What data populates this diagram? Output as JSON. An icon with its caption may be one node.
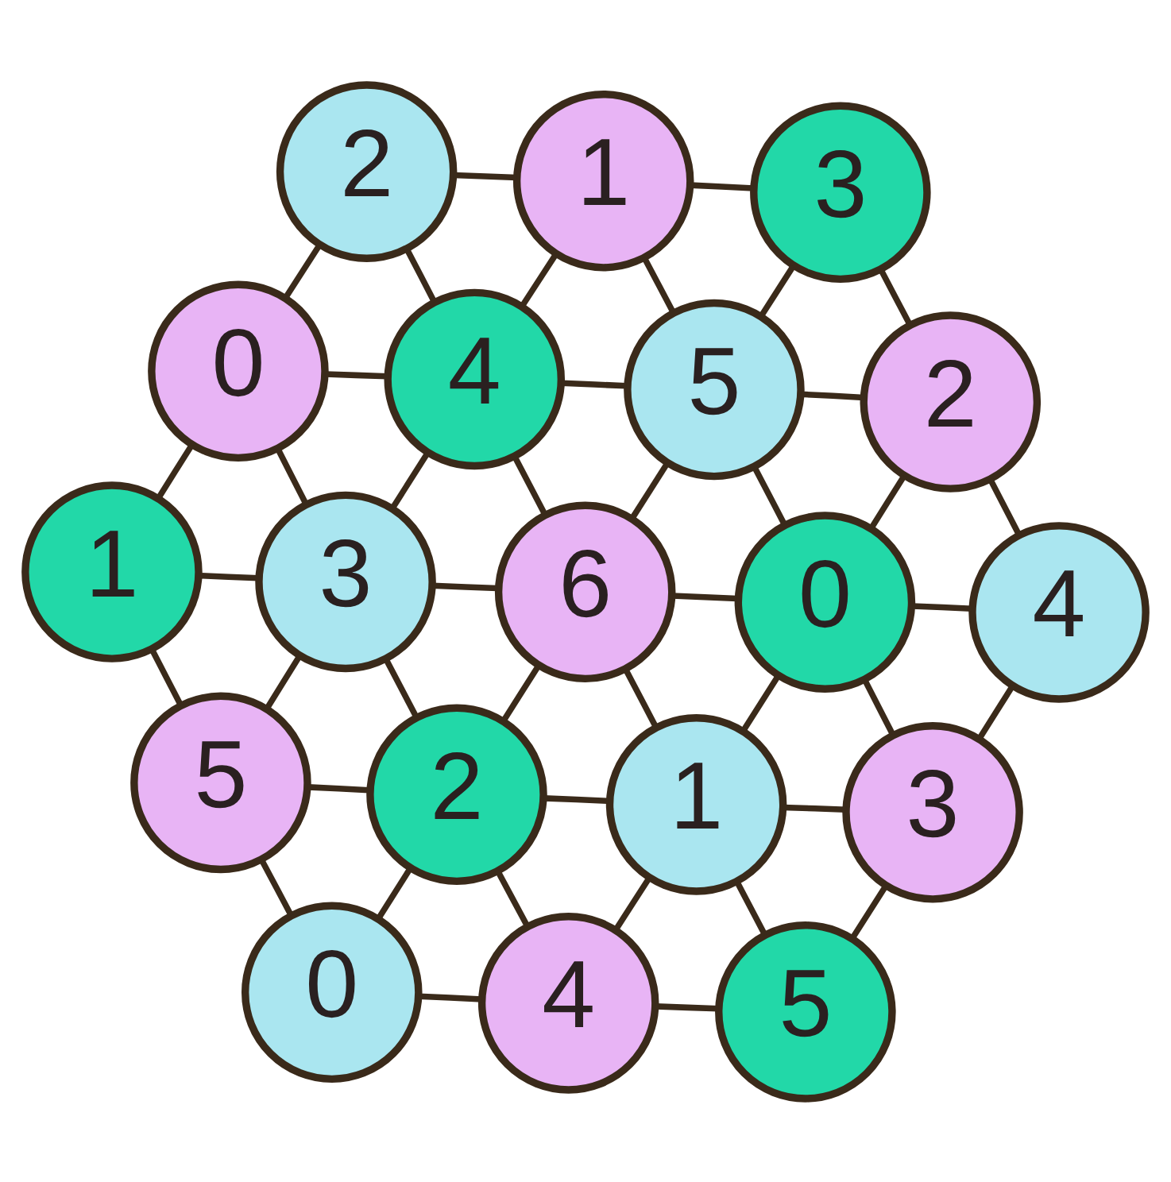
{
  "diagram": {
    "nodes": [
      {
        "text": [
          "4"
        ]
      },
      {
        "text": [
          "5"
        ]
      },
      {
        "text": [
          "0"
        ]
      },
      {
        "text": [
          "3"
        ]
      },
      {
        "text": [
          "1"
        ]
      },
      {
        "text": [
          "2"
        ]
      },
      {
        "text": [
          "5"
        ]
      },
      {
        "text": [
          "4"
        ]
      },
      {
        "text": [
          "0"
        ]
      },
      {
        "text": [
          "6"
        ]
      },
      {
        "text": [
          "3"
        ]
      },
      {
        "text": [
          "1"
        ]
      },
      {
        "text": [
          "2"
        ]
      },
      {
        "text": [
          "5"
        ]
      },
      {
        "text": [
          "4"
        ]
      },
      {
        "text": [
          "0"
        ]
      },
      {
        "text": [
          "3"
        ]
      },
      {
        "text": [
          "2"
        ]
      },
      {
        "text": [
          "1"
        ]
      }
    ],
    "edges": [
      {
        "from": 0,
        "to": 1,
        "arrow": "none"
      },
      {
        "from": 0,
        "to": 2,
        "arrow": "none"
      },
      {
        "from": 0,
        "to": 4,
        "arrow": "none"
      },
      {
        "from": 0,
        "to": 5,
        "arrow": "none"
      },
      {
        "from": 1,
        "to": 3,
        "arrow": "none"
      },
      {
        "from": 1,
        "to": 4,
        "arrow": "none"
      },
      {
        "from": 2,
        "to": 5,
        "arrow": "none"
      },
      {
        "from": 2,
        "to": 6,
        "arrow": "none"
      },
      {
        "from": 3,
        "to": 4,
        "arrow": "none"
      },
      {
        "from": 3,
        "to": 7,
        "arrow": "none"
      },
      {
        "from": 3,
        "to": 8,
        "arrow": "none"
      },
      {
        "from": 4,
        "to": 5,
        "arrow": "none"
      },
      {
        "from": 4,
        "to": 8,
        "arrow": "none"
      },
      {
        "from": 4,
        "to": 9,
        "arrow": "none"
      },
      {
        "from": 5,
        "to": 6,
        "arrow": "none"
      },
      {
        "from": 5,
        "to": 9,
        "arrow": "none"
      },
      {
        "from": 5,
        "to": 10,
        "arrow": "none"
      },
      {
        "from": 6,
        "to": 10,
        "arrow": "none"
      },
      {
        "from": 6,
        "to": 11,
        "arrow": "none"
      },
      {
        "from": 7,
        "to": 8,
        "arrow": "none"
      },
      {
        "from": 7,
        "to": 12,
        "arrow": "none"
      },
      {
        "from": 8,
        "to": 9,
        "arrow": "none"
      },
      {
        "from": 8,
        "to": 12,
        "arrow": "none"
      },
      {
        "from": 8,
        "to": 13,
        "arrow": "none"
      },
      {
        "from": 9,
        "to": 10,
        "arrow": "none"
      },
      {
        "from": 9,
        "to": 13,
        "arrow": "none"
      },
      {
        "from": 9,
        "to": 14,
        "arrow": "none"
      },
      {
        "from": 10,
        "to": 11,
        "arrow": "none"
      },
      {
        "from": 10,
        "to": 14,
        "arrow": "none"
      },
      {
        "from": 10,
        "to": 15,
        "arrow": "none"
      },
      {
        "from": 11,
        "to": 15,
        "arrow": "none"
      },
      {
        "from": 12,
        "to": 13,
        "arrow": "none"
      },
      {
        "from": 12,
        "to": 16,
        "arrow": "none"
      },
      {
        "from": 13,
        "to": 14,
        "arrow": "none"
      },
      {
        "from": 13,
        "to": 16,
        "arrow": "none"
      },
      {
        "from": 13,
        "to": 18,
        "arrow": "none"
      },
      {
        "from": 14,
        "to": 15,
        "arrow": "none"
      },
      {
        "from": 14,
        "to": 17,
        "arrow": "none"
      },
      {
        "from": 14,
        "to": 18,
        "arrow": "none"
      },
      {
        "from": 15,
        "to": 17,
        "arrow": "none"
      },
      {
        "from": 16,
        "to": 18,
        "arrow": "none"
      },
      {
        "from": 17,
        "to": 18,
        "arrow": "none"
      }
    ]
  }
}
